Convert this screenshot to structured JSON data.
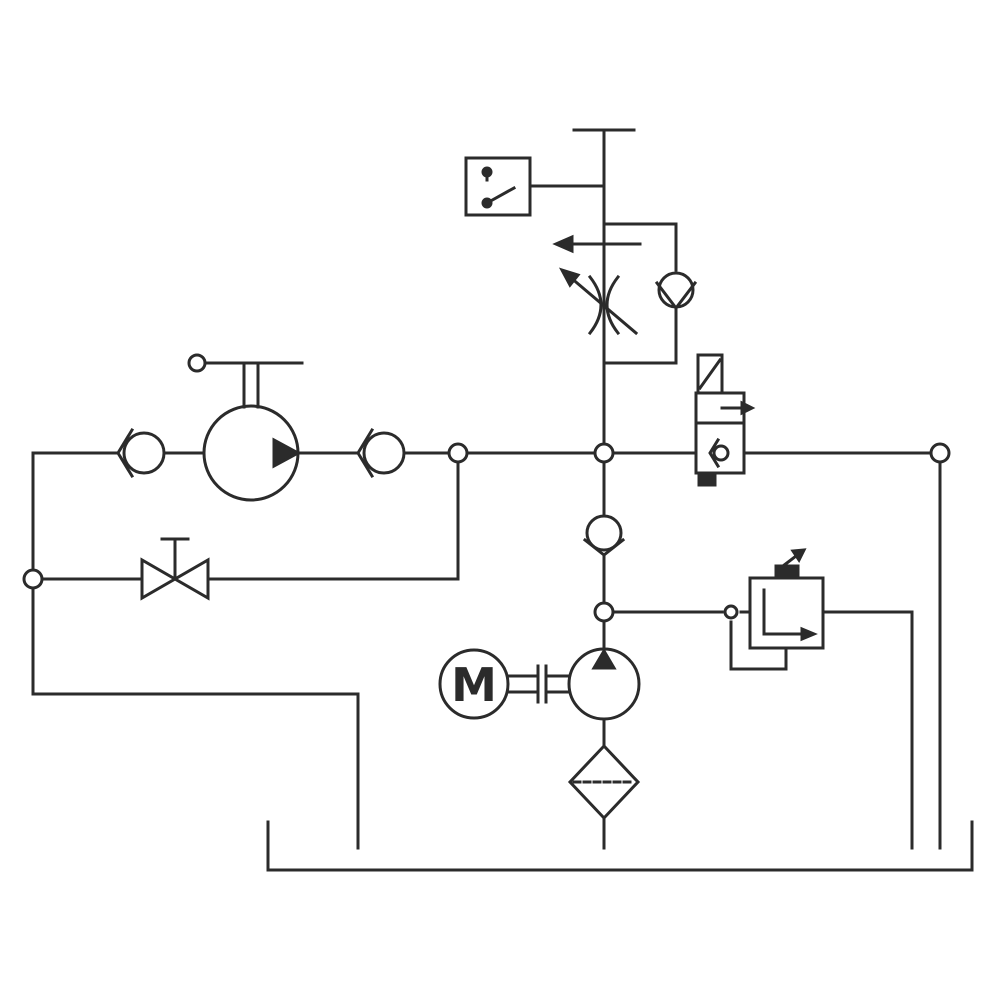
{
  "diagram": {
    "type": "hydraulic-schematic",
    "line_color": "#2b2b2b",
    "background": "#ffffff",
    "motor_label": "M",
    "components": [
      "electric-motor",
      "hydraulic-pump",
      "suction-filter",
      "tank",
      "hand-pump",
      "check-valve",
      "shutoff-valve",
      "pressure-relief-valve",
      "solenoid-valve",
      "adjustable-throttle",
      "pressure-switch",
      "cylinder-outlet"
    ]
  }
}
